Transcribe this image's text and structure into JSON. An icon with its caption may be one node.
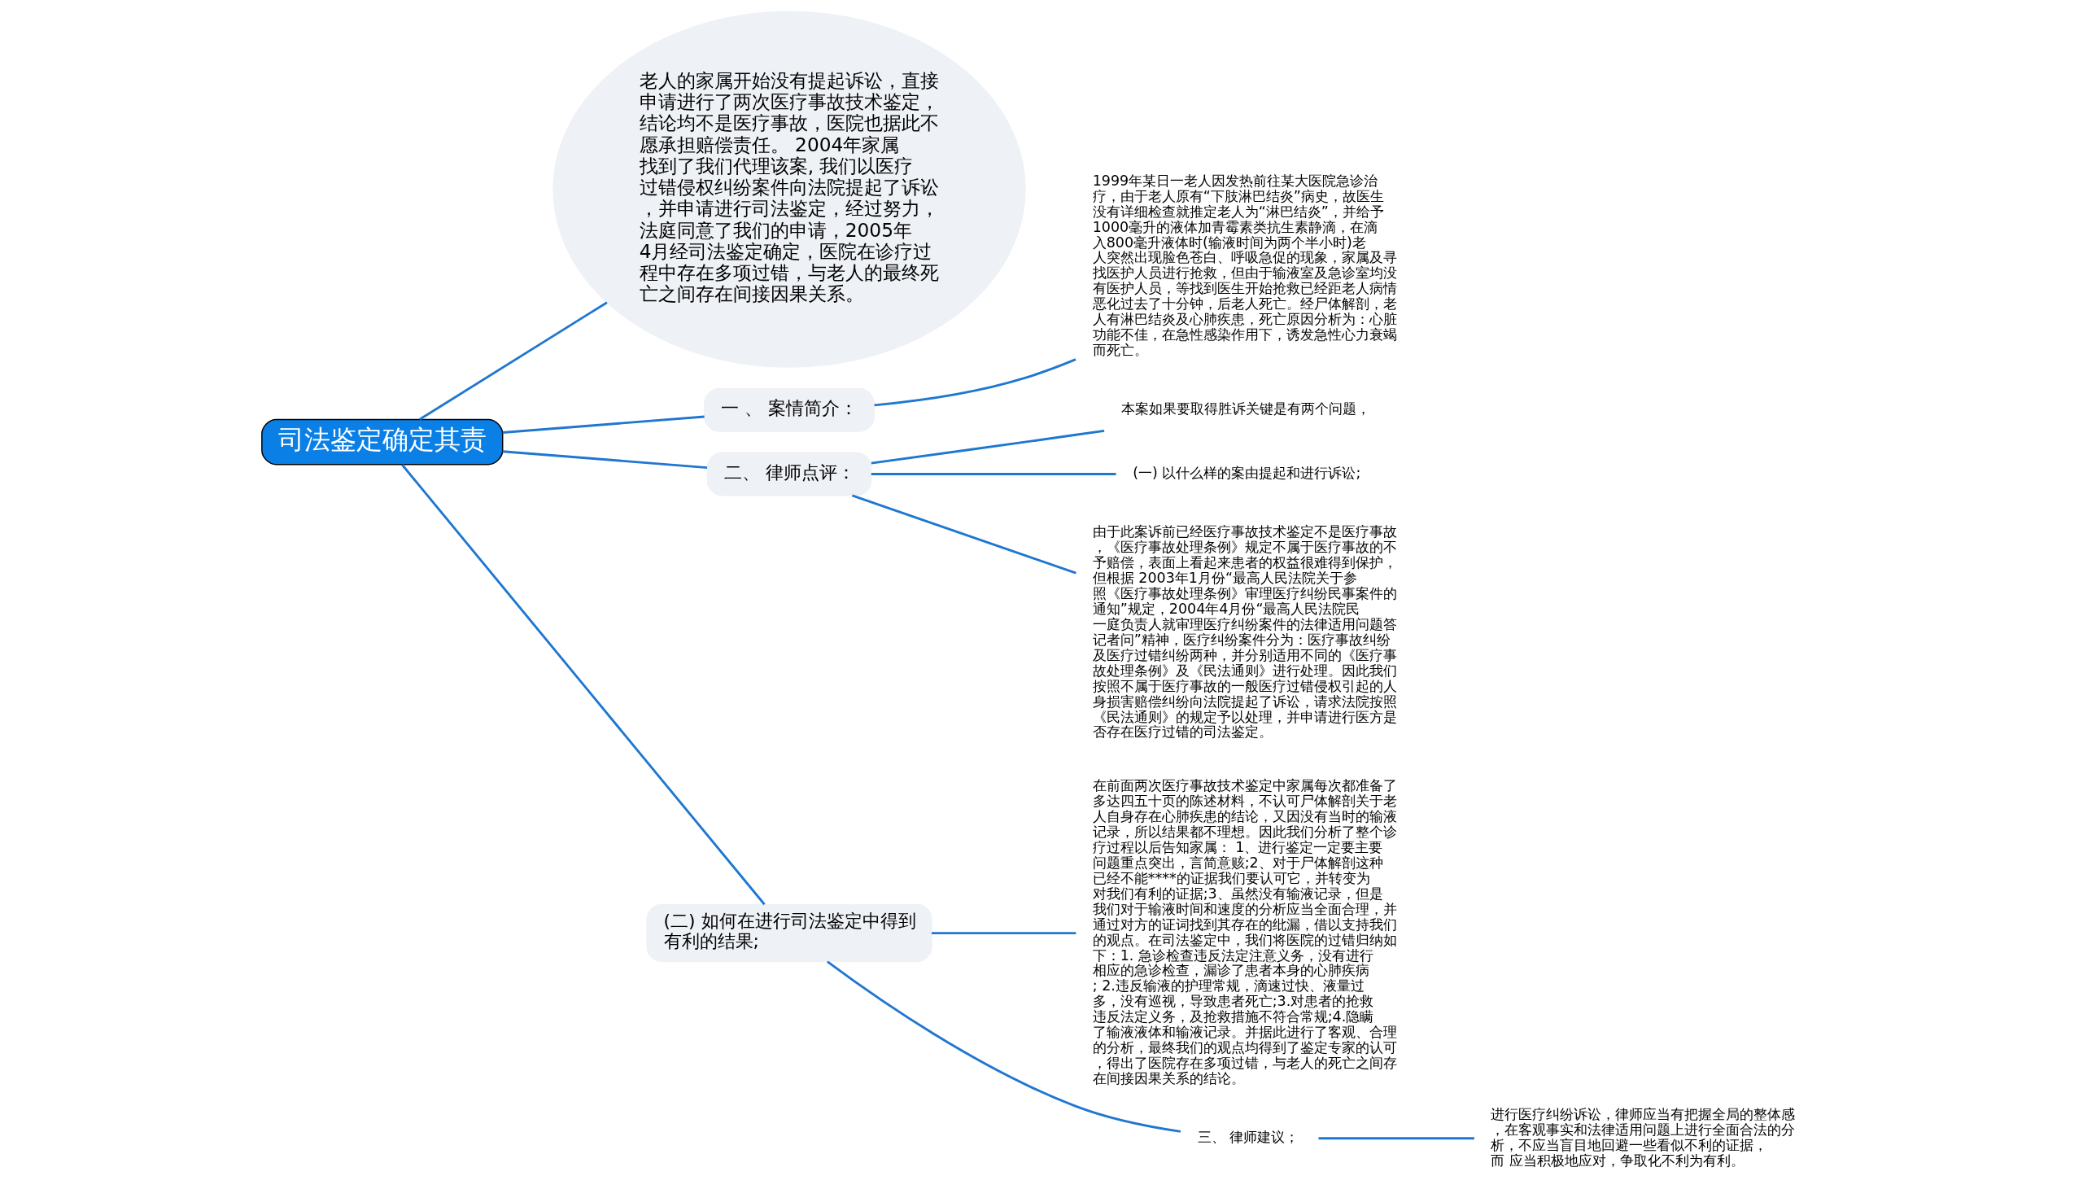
{
  "diagram": {
    "nodes": [
      {
        "text": [
          "司法鉴定确定其责"
        ]
      },
      {
        "text": [
          "老人的家属开始没有提起诉讼，直接申请进行了两次医疗事故技术鉴定，结论均不是医疗事故，医院也据此不愿承担赔偿责任。 2004年家属找到了我们代理该案, 我们以医疗过错侵权纠纷案件向法院提起了诉讼，并申请进行司法鉴定，经过努力，法庭同意了我们的申请，2005年4月经司法鉴定确定，医院在诊疗过程中存在多项过错，与老人的最终死亡之间存在间接因果关系。"
        ]
      },
      {
        "text": [
          "一 、 案情简介："
        ]
      },
      {
        "text": [
          "1999年某日一老人因发热前往某大医院急诊治疗，由于老人原有“下肢淋巴结炎”病史，故医生没有详细检查就推定老人为“淋巴结炎”，并给予1000毫升的液体加青霉素类抗生素静滴，在滴入800毫升液体时(输液时间为两个半小时)老人突然出现脸色苍白、呼吸急促的现象，家属及寻找医护人员进行抢救，但由于输液室及急诊室均没有医护人员，等找到医生开始抢救已经距老人病情恶化过去了十分钟，后老人死亡。经尸体解剖，老人有淋巴结炎及心肺疾患，死亡原因分析为：心脏功能不佳，在急性感染作用下，诱发急性心力衰竭而死亡。"
        ]
      },
      {
        "text": [
          "二、 律师点评："
        ]
      },
      {
        "text": [
          "本案如果要取得胜诉关键是有两个问题，"
        ]
      },
      {
        "text": [
          "(一) 以什么样的案由提起和进行诉讼;"
        ]
      },
      {
        "text": [
          "由于此案诉前已经医疗事故技术鉴定不是医疗事故，《医疗事故处理条例》规定不属于医疗事故的不予赔偿，表面上看起来患者的权益很难得到保护，但根据 2003年1月份“最高人民法院关于参照《医疗事故处理条例》审理医疗纠纷民事案件的通知”规定，2004年4月份“最高人民法院民一庭负责人就审理医疗纠纷案件的法律适用问题答记者问”精神，医疗纠纷案件分为：医疗事故纠纷及医疗过错纠纷两种，并分别适用不同的《医疗事故处理条例》及《民法通则》进行处理。因此我们按照不属于医疗事故的一般医疗过错侵权引起的人身损害赔偿纠纷向法院提起了诉讼，请求法院按照《民法通则》的规定予以处理，并申请进行医方是否存在医疗过错的司法鉴定。"
        ]
      },
      {
        "text": [
          "(二) 如何在进行司法鉴定中得到有利的结果;"
        ]
      },
      {
        "text": [
          "在前面两次医疗事故技术鉴定中家属每次都准备了多达四五十页的陈述材料，不认可尸体解剖关于老人自身存在心肺疾患的结论，又因没有当时的输液记录，所以结果都不理想。因此我们分析了整个诊疗过程以后告知家属： 1、进行鉴定一定要主要问题重点突出，言简意赅;2、对于尸体解剖这种已经不能****的证据我们要认可它，并转变为对我们有利的证据;3、虽然没有输液记录，但是我们对于输液时间和速度的分析应当全面合理，并通过对方的证词找到其存在的纰漏，借以支持我们的观点。在司法鉴定中，我们将医院的过错归纳如下：1. 急诊检查违反法定注意义务，没有进行相应的急诊检查，漏诊了患者本身的心肺疾病; 2.违反输液的护理常规，滴速过快、液量过多，没有巡视，导致患者死亡;3.对患者的抢救违反法定义务，及抢救措施不符合常规;4.隐瞒了输液液体和输液记录。并据此进行了客观、合理的分析，最终我们的观点均得到了鉴定专家的认可，得出了医院存在多项过错，与老人的死亡之间存在间接因果关系的结论。"
        ]
      },
      {
        "text": [
          "三、 律师建议；"
        ]
      },
      {
        "text": [
          "进行医疗纠纷诉讼，律师应当有把握全局的整体感，在客观事实和法律适用问题上进行全面合法的分析，不应当盲目地回避一些看似不利的证据，而 应当积极地应对，争取化不利为有利。"
        ]
      }
    ],
    "edges": [
      {
        "from": 0,
        "to": 1,
        "arrow": "none"
      },
      {
        "from": 0,
        "to": 2,
        "arrow": "none"
      },
      {
        "from": 2,
        "to": 3,
        "arrow": "none"
      },
      {
        "from": 0,
        "to": 4,
        "arrow": "none"
      },
      {
        "from": 4,
        "to": 5,
        "arrow": "none"
      },
      {
        "from": 4,
        "to": 6,
        "arrow": "none"
      },
      {
        "from": 4,
        "to": 7,
        "arrow": "none"
      },
      {
        "from": 0,
        "to": 8,
        "arrow": "none"
      },
      {
        "from": 8,
        "to": 9,
        "arrow": "none"
      },
      {
        "from": 8,
        "to": 10,
        "arrow": "none"
      },
      {
        "from": 10,
        "to": 11,
        "arrow": "none"
      }
    ]
  }
}
